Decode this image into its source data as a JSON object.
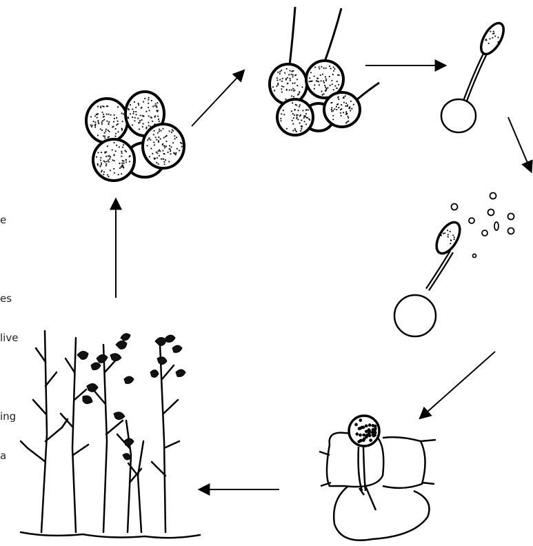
{
  "figure": {
    "kind": "life-cycle diagram",
    "stages": [
      "spore-cluster-stage",
      "germinating-spore-cluster-stage",
      "single-germinating-spore-stage",
      "spore-release-stage",
      "host-tissue-infection-stage",
      "infected-plant-stage"
    ],
    "arrow_color": "#000000",
    "stipple_color": "#111111"
  },
  "side_text": {
    "lines": [
      "e",
      "",
      "es",
      "live",
      "",
      "ing",
      "a"
    ]
  }
}
